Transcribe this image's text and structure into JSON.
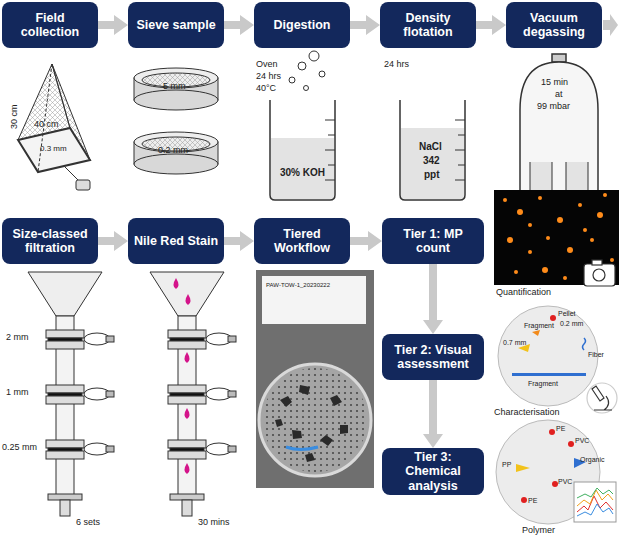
{
  "diagram": {
    "nodes": [
      {
        "text": [
          "Field collection"
        ]
      },
      {
        "text": [
          "Sieve sample"
        ]
      },
      {
        "text": [
          "Digestion"
        ]
      },
      {
        "text": [
          "Density flotation"
        ]
      },
      {
        "text": [
          "Vacuum degassing"
        ]
      },
      {
        "text": [
          "Size-classed filtration"
        ]
      },
      {
        "text": [
          "Nile Red Stain"
        ]
      },
      {
        "text": [
          "Tiered Workflow"
        ]
      },
      {
        "text": [
          "Tier 1: MP count"
        ]
      },
      {
        "text": [
          "Tier 2: Visual assessment"
        ]
      },
      {
        "text": [
          "Tier 3: Chemical analysis"
        ]
      }
    ],
    "edges": [
      {
        "from": 0,
        "to": 1,
        "arrow": "to"
      },
      {
        "from": 1,
        "to": 2,
        "arrow": "to"
      },
      {
        "from": 2,
        "to": 3,
        "arrow": "to"
      },
      {
        "from": 3,
        "to": 4,
        "arrow": "to"
      },
      {
        "from": 5,
        "to": 6,
        "arrow": "to"
      },
      {
        "from": 6,
        "to": 7,
        "arrow": "to"
      },
      {
        "from": 7,
        "to": 8,
        "arrow": "to"
      },
      {
        "from": 8,
        "to": 9,
        "arrow": "to"
      },
      {
        "from": 9,
        "to": 10,
        "arrow": "to"
      }
    ],
    "labels": [
      "30 cm",
      "40 cm",
      "0.3 mm",
      "5 mm",
      "0.2 mm",
      "Oven",
      "24 hrs",
      "40°C",
      "30% KOH",
      "24 hrs",
      "NaCl",
      "342",
      "ppt",
      "15 min",
      "at",
      "99 mbar",
      "2 mm",
      "1 mm",
      "0.25 mm",
      "6 sets",
      "30 mins",
      "PAW-TOW-1_20230222",
      "Quantification",
      "Pellet",
      "0.2 mm",
      "0.7 mm",
      "Fiber",
      "Fragment",
      "Fragment",
      "Characterisation",
      "PE",
      "PVC",
      "Organic",
      "PP",
      "PVC",
      "PE",
      "Polymer"
    ]
  }
}
